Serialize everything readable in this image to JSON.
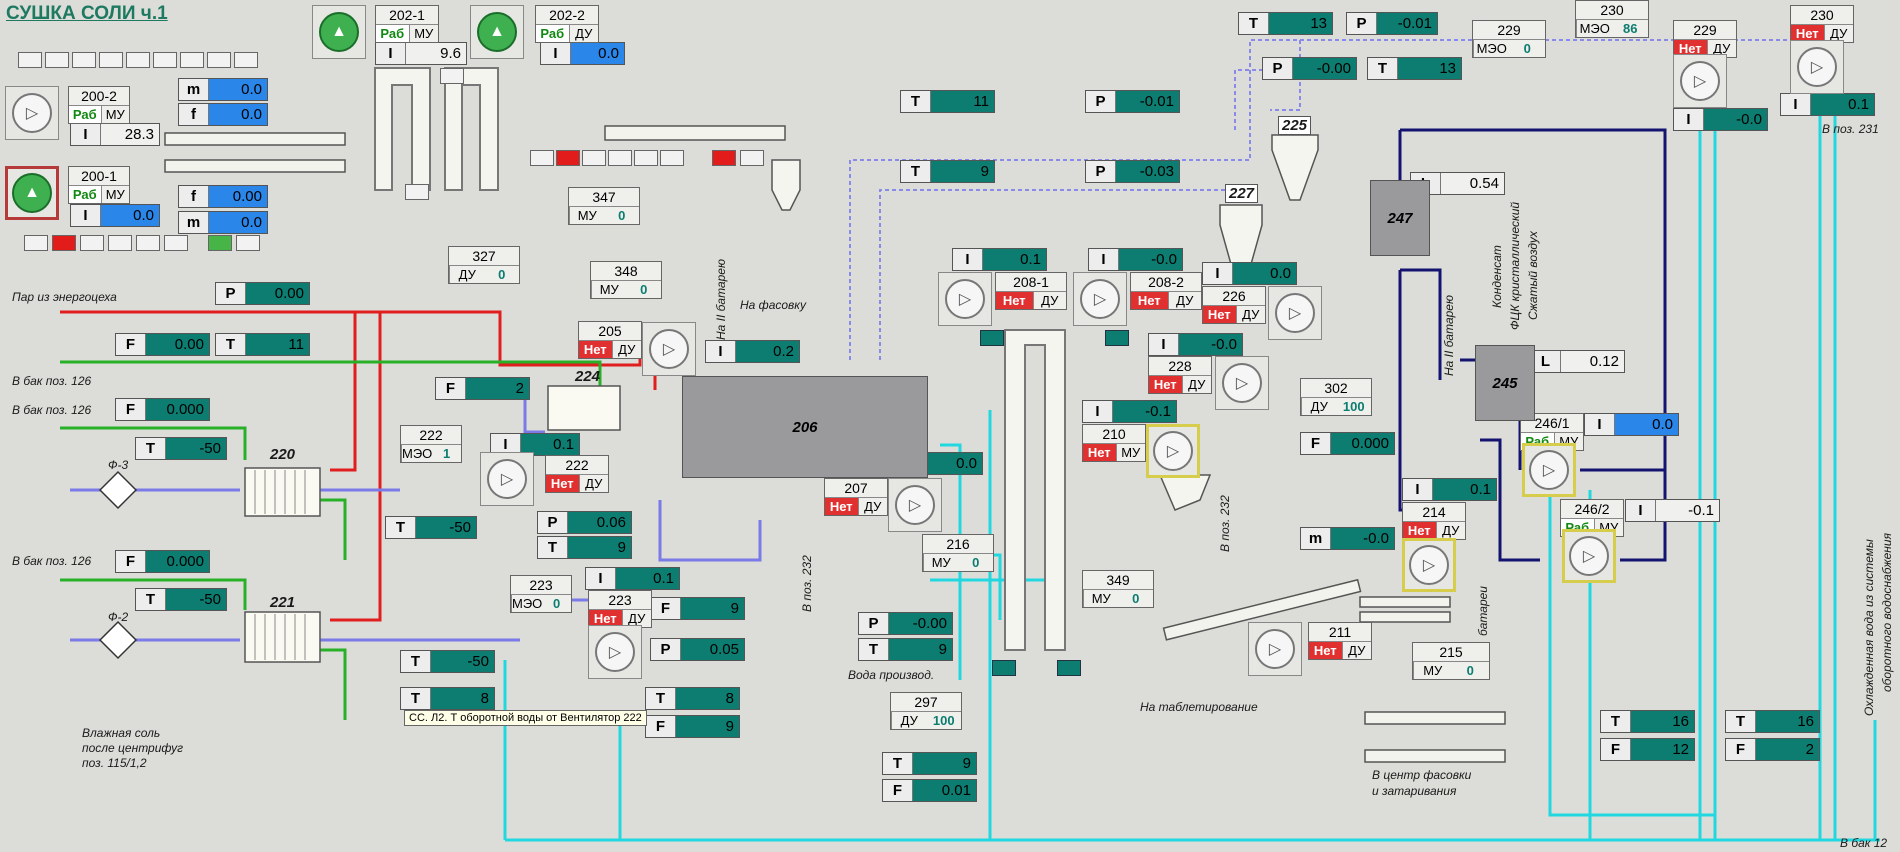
{
  "title": "СУШКА СОЛИ ч.1",
  "status": {
    "rab": "Раб",
    "net": "Нет",
    "mu": "МУ",
    "du": "ДУ",
    "meo": "МЭО"
  },
  "pv": [
    {
      "id": "m1",
      "tag": "m",
      "value": "0.0",
      "style": "blue"
    },
    {
      "id": "f1",
      "tag": "f",
      "value": "0.0",
      "style": "blue"
    },
    {
      "id": "i1",
      "tag": "I",
      "value": "28.3",
      "style": "grey"
    },
    {
      "id": "i2",
      "tag": "I",
      "value": "0.0",
      "style": "blue"
    },
    {
      "id": "f2",
      "tag": "f",
      "value": "0.00",
      "style": "blue"
    },
    {
      "id": "m2",
      "tag": "m",
      "value": "0.0",
      "style": "blue"
    },
    {
      "id": "i202_1",
      "tag": "I",
      "value": "9.6",
      "style": "grey"
    },
    {
      "id": "i202_2",
      "tag": "I",
      "value": "0.0",
      "style": "blue"
    },
    {
      "id": "p_steam",
      "tag": "P",
      "value": "0.00",
      "style": "teal"
    },
    {
      "id": "f_steam",
      "tag": "F",
      "value": "0.00",
      "style": "teal"
    },
    {
      "id": "t_steam",
      "tag": "T",
      "value": "11",
      "style": "teal"
    },
    {
      "id": "f126a",
      "tag": "F",
      "value": "0.000",
      "style": "teal"
    },
    {
      "id": "t220",
      "tag": "T",
      "value": "-50",
      "style": "teal"
    },
    {
      "id": "f224",
      "tag": "F",
      "value": "2",
      "style": "teal"
    },
    {
      "id": "i222",
      "tag": "I",
      "value": "0.1",
      "style": "teal"
    },
    {
      "id": "t222",
      "tag": "T",
      "value": "-50",
      "style": "teal"
    },
    {
      "id": "f126b",
      "tag": "F",
      "value": "0.000",
      "style": "teal"
    },
    {
      "id": "t221",
      "tag": "T",
      "value": "-50",
      "style": "teal"
    },
    {
      "id": "p_a",
      "tag": "P",
      "value": "0.06",
      "style": "teal"
    },
    {
      "id": "t_a",
      "tag": "T",
      "value": "9",
      "style": "teal"
    },
    {
      "id": "i223",
      "tag": "I",
      "value": "0.1",
      "style": "teal"
    },
    {
      "id": "f223",
      "tag": "F",
      "value": "9",
      "style": "teal"
    },
    {
      "id": "p223",
      "tag": "P",
      "value": "0.05",
      "style": "teal"
    },
    {
      "id": "t_b",
      "tag": "T",
      "value": "-50",
      "style": "teal"
    },
    {
      "id": "t_c",
      "tag": "T",
      "value": "8",
      "style": "teal"
    },
    {
      "id": "t_d",
      "tag": "T",
      "value": "8",
      "style": "teal"
    },
    {
      "id": "f_d",
      "tag": "F",
      "value": "9",
      "style": "teal"
    },
    {
      "id": "i205",
      "tag": "I",
      "value": "0.2",
      "style": "teal"
    },
    {
      "id": "t_top1",
      "tag": "T",
      "value": "11",
      "style": "teal"
    },
    {
      "id": "t_top2",
      "tag": "T",
      "value": "9",
      "style": "teal"
    },
    {
      "id": "p_top1",
      "tag": "P",
      "value": "-0.01",
      "style": "teal"
    },
    {
      "id": "p_top2",
      "tag": "P",
      "value": "-0.03",
      "style": "teal"
    },
    {
      "id": "i207",
      "tag": "I",
      "value": "0.0",
      "style": "teal"
    },
    {
      "id": "p_w",
      "tag": "P",
      "value": "-0.00",
      "style": "teal"
    },
    {
      "id": "t_w",
      "tag": "T",
      "value": "9",
      "style": "teal"
    },
    {
      "id": "t297",
      "tag": "T",
      "value": "9",
      "style": "teal"
    },
    {
      "id": "f297",
      "tag": "F",
      "value": "0.01",
      "style": "teal"
    },
    {
      "id": "i208_1",
      "tag": "I",
      "value": "0.1",
      "style": "teal"
    },
    {
      "id": "i208_2",
      "tag": "I",
      "value": "-0.0",
      "style": "teal"
    },
    {
      "id": "i226",
      "tag": "I",
      "value": "0.0",
      "style": "teal"
    },
    {
      "id": "i228",
      "tag": "I",
      "value": "-0.0",
      "style": "teal"
    },
    {
      "id": "i210",
      "tag": "I",
      "value": "-0.1",
      "style": "teal"
    },
    {
      "id": "t_ct",
      "tag": "T",
      "value": "13",
      "style": "teal"
    },
    {
      "id": "p_ct",
      "tag": "P",
      "value": "-0.01",
      "style": "teal"
    },
    {
      "id": "p_cy",
      "tag": "P",
      "value": "-0.00",
      "style": "teal"
    },
    {
      "id": "t_cy",
      "tag": "T",
      "value": "13",
      "style": "teal"
    },
    {
      "id": "l247",
      "tag": "L",
      "value": "0.54",
      "style": "grey"
    },
    {
      "id": "l245",
      "tag": "L",
      "value": "0.12",
      "style": "grey"
    },
    {
      "id": "f302",
      "tag": "F",
      "value": "0.000",
      "style": "teal"
    },
    {
      "id": "i214",
      "tag": "I",
      "value": "0.1",
      "style": "teal"
    },
    {
      "id": "m211",
      "tag": "m",
      "value": "-0.0",
      "style": "teal"
    },
    {
      "id": "i246_1",
      "tag": "I",
      "value": "0.0",
      "style": "blue"
    },
    {
      "id": "i246_2",
      "tag": "I",
      "value": "-0.1",
      "style": "grey"
    },
    {
      "id": "i229",
      "tag": "I",
      "value": "-0.0",
      "style": "teal"
    },
    {
      "id": "i230",
      "tag": "I",
      "value": "0.1",
      "style": "teal"
    },
    {
      "id": "t_r1",
      "tag": "T",
      "value": "16",
      "style": "teal"
    },
    {
      "id": "f_r1",
      "tag": "F",
      "value": "12",
      "style": "teal"
    },
    {
      "id": "t_r2",
      "tag": "T",
      "value": "16",
      "style": "teal"
    },
    {
      "id": "f_r2",
      "tag": "F",
      "value": "2",
      "style": "teal"
    }
  ],
  "devices": [
    {
      "id": "d200_2",
      "num": "200-2",
      "state": "Раб",
      "mode": "МУ"
    },
    {
      "id": "d200_1",
      "num": "200-1",
      "state": "Раб",
      "mode": "МУ"
    },
    {
      "id": "d202_1",
      "num": "202-1",
      "state": "Раб",
      "mode": "МУ"
    },
    {
      "id": "d202_2",
      "num": "202-2",
      "state": "Раб",
      "mode": "ДУ"
    },
    {
      "id": "d347",
      "num": "347",
      "mode": "МУ",
      "val": "0"
    },
    {
      "id": "d348",
      "num": "348",
      "mode": "МУ",
      "val": "0"
    },
    {
      "id": "d327",
      "num": "327",
      "mode": "ДУ",
      "val": "0"
    },
    {
      "id": "d205",
      "num": "205",
      "state": "Нет",
      "mode": "ДУ"
    },
    {
      "id": "d222v",
      "num": "222",
      "mode": "МЭО",
      "val": "1"
    },
    {
      "id": "d222p",
      "num": "222",
      "state": "Нет",
      "mode": "ДУ"
    },
    {
      "id": "d223v",
      "num": "223",
      "mode": "МЭО",
      "val": "0"
    },
    {
      "id": "d223p",
      "num": "223",
      "state": "Нет",
      "mode": "ДУ"
    },
    {
      "id": "d207",
      "num": "207",
      "state": "Нет",
      "mode": "ДУ"
    },
    {
      "id": "d216",
      "num": "216",
      "mode": "МУ",
      "val": "0"
    },
    {
      "id": "d297",
      "num": "297",
      "mode": "ДУ",
      "val": "100"
    },
    {
      "id": "d208_1",
      "num": "208-1",
      "state": "Нет",
      "mode": "ДУ"
    },
    {
      "id": "d208_2",
      "num": "208-2",
      "state": "Нет",
      "mode": "ДУ"
    },
    {
      "id": "d226",
      "num": "226",
      "state": "Нет",
      "mode": "ДУ"
    },
    {
      "id": "d228",
      "num": "228",
      "state": "Нет",
      "mode": "ДУ"
    },
    {
      "id": "d210",
      "num": "210",
      "state": "Нет",
      "mode": "МУ"
    },
    {
      "id": "d349",
      "num": "349",
      "mode": "МУ",
      "val": "0"
    },
    {
      "id": "d211",
      "num": "211",
      "state": "Нет",
      "mode": "ДУ"
    },
    {
      "id": "d302",
      "num": "302",
      "mode": "ДУ",
      "val": "100"
    },
    {
      "id": "d214",
      "num": "214",
      "state": "Нет",
      "mode": "ДУ"
    },
    {
      "id": "d215",
      "num": "215",
      "mode": "МУ",
      "val": "0"
    },
    {
      "id": "d229v",
      "num": "229",
      "mode": "МЭО",
      "val": "0"
    },
    {
      "id": "d230v",
      "num": "230",
      "mode": "МЭО",
      "val": "86"
    },
    {
      "id": "d229p",
      "num": "229",
      "state": "Нет",
      "mode": "ДУ"
    },
    {
      "id": "d230p",
      "num": "230",
      "state": "Нет",
      "mode": "ДУ"
    },
    {
      "id": "d246_1",
      "num": "246/1",
      "state": "Раб",
      "mode": "МУ"
    },
    {
      "id": "d246_2",
      "num": "246/2",
      "state": "Раб",
      "mode": "МУ"
    }
  ],
  "tanks": {
    "t206": "206",
    "t224": "224",
    "t220": "220",
    "t221": "221",
    "t225": "225",
    "t227": "227",
    "t247": "247",
    "t245": "245"
  },
  "labels": {
    "steam": "Пар из энергоцеха",
    "tank126a": "В бак поз. 126",
    "tank126b": "В бак поз. 126",
    "tank126c": "В бак поз. 126",
    "f3": "Ф-3",
    "f2": "Ф-2",
    "wet": "Влажная соль",
    "wet2": "после центрифуг",
    "wet3": "поз. 115/1,2",
    "pack": "На фасовку",
    "bat2": "На II батарею",
    "bat2b": "На II батарею",
    "pos232a": "В поз. 232",
    "pos232b": "В поз. 232",
    "water": "Вода производ.",
    "tablet": "На таблетирование",
    "center1": "В центр фасовки",
    "center2": "и затаривания",
    "pos231": "В поз. 231",
    "tank12": "В бак 12",
    "cond": "Конденсат",
    "fck": "ФЦК кристаллический",
    "air": "Сжатый воздух",
    "batt": "батареи",
    "cool1": "Охлажденная вода из системы",
    "cool2": "оборотного водоснабжения"
  },
  "tooltip": "СС. Л2. Т оборотной воды от Вентилятор 222"
}
